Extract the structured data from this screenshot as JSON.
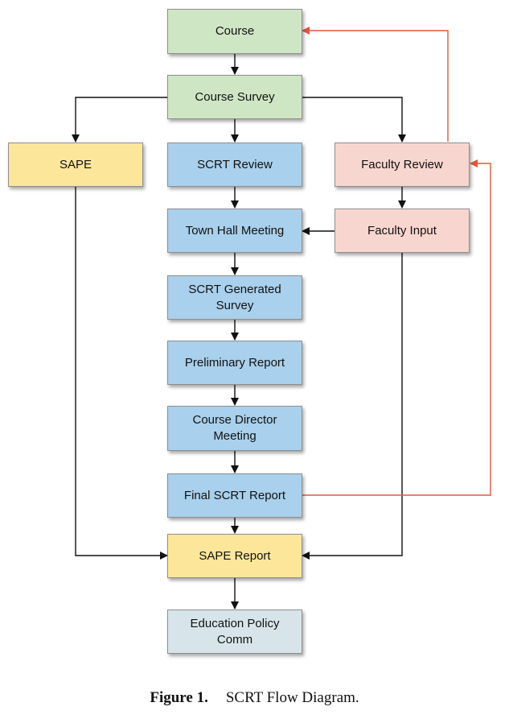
{
  "nodes": {
    "course": "Course",
    "course_survey": "Course Survey",
    "sape": "SAPE",
    "scrt_review": "SCRT Review",
    "faculty_review": "Faculty Review",
    "town_hall": "Town Hall Meeting",
    "faculty_input": "Faculty Input",
    "scrt_generated_survey": "SCRT Generated Survey",
    "preliminary_report": "Preliminary Report",
    "course_director_meeting": "Course Director Meeting",
    "final_scrt_report": "Final SCRT Report",
    "sape_report": "SAPE Report",
    "education_policy": "Education Policy Comm"
  },
  "caption": {
    "label": "Figure 1.",
    "text": "SCRT Flow Diagram."
  },
  "colors": {
    "green": "#cfe6c4",
    "yellow": "#fbe69a",
    "blue": "#a9d0ec",
    "pink": "#f8d6d0",
    "grey": "#d7e5ea",
    "arrow_black": "#111111",
    "arrow_red": "#e8533e"
  }
}
